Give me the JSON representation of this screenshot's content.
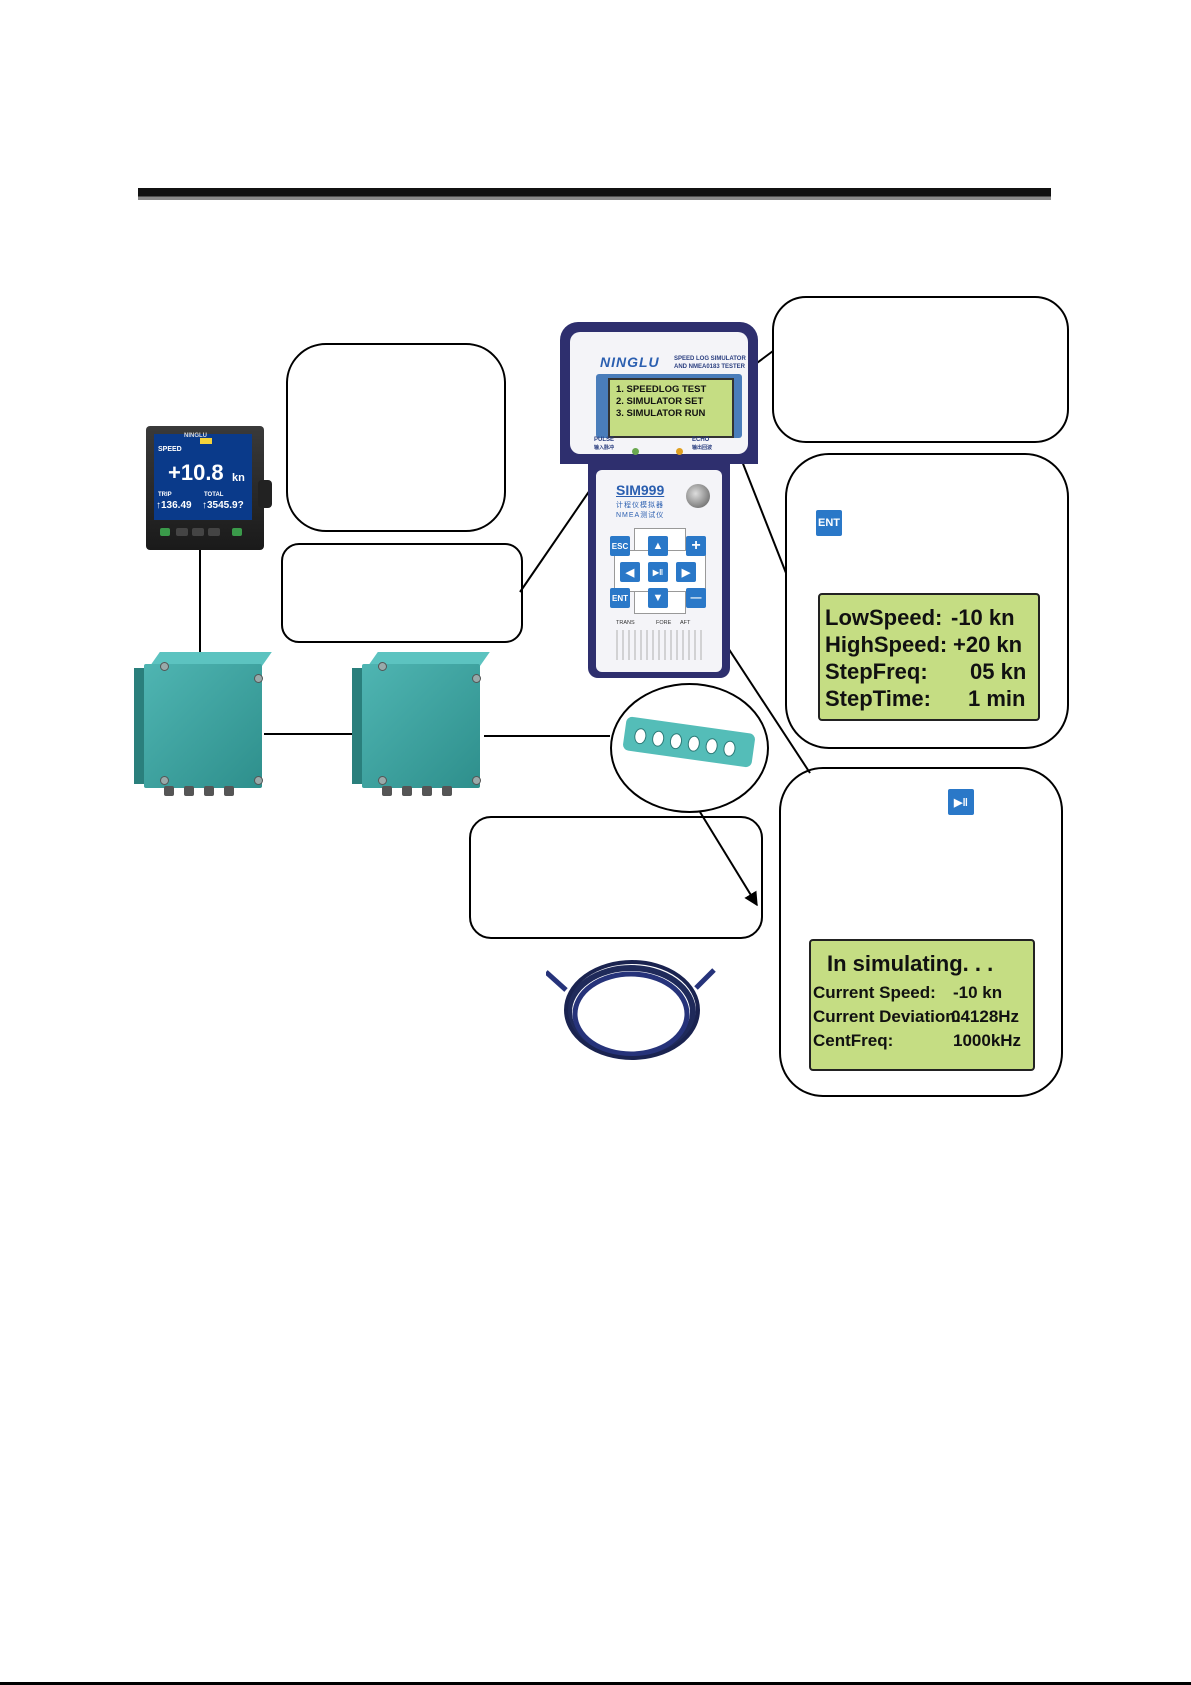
{
  "marine_display": {
    "brand": "NINGLU",
    "speed_label": "SPEED",
    "speed_value": "+10.8",
    "speed_unit": "kn",
    "trip_label": "TRIP",
    "trip_value": "↑136.49",
    "total_label": "TOTAL",
    "total_value": "↑3545.9?"
  },
  "tester": {
    "brand": "NINGLU",
    "header_line1": "SPEED LOG SIMULATOR",
    "header_line2": "AND NMEA0183  TESTER",
    "menu": [
      "1. SPEEDLOG TEST",
      "2. SIMULATOR SET",
      "3. SIMULATOR RUN"
    ],
    "pulse_label": "PULSE",
    "pulse_sub": "输入脉冲",
    "echo_label": "ECHO",
    "echo_sub": "输出回波",
    "model": "SIM999",
    "model_sub1": "计程仪模拟器",
    "model_sub2": "NMEA测试仪",
    "buttons": {
      "esc": "ESC",
      "ent": "ENT",
      "plus": "+",
      "minus": "—",
      "up": "▲",
      "down": "▼",
      "left": "◀",
      "right": "▶",
      "play_pause": "▶‖"
    },
    "bottom_labels": [
      "TRANS",
      "FORE",
      "AFT"
    ]
  },
  "setup_callout": {
    "ent_icon": "ENT",
    "rows": [
      {
        "label": "LowSpeed:",
        "value": "-10  kn"
      },
      {
        "label": "HighSpeed:",
        "value": "+20 kn"
      },
      {
        "label": "StepFreq:",
        "value": "05  kn"
      },
      {
        "label": "StepTime:",
        "value": "1  min"
      }
    ]
  },
  "run_callout": {
    "play_icon": "▶‖",
    "title": "In simulating. . .",
    "rows": [
      {
        "label": "Current Speed:",
        "value": "-10 kn"
      },
      {
        "label": "Current Deviation:",
        "value": "04128Hz"
      },
      {
        "label": "CentFreq:",
        "value": "1000kHz"
      }
    ]
  },
  "colors": {
    "tester_navy": "#2e2f6e",
    "key_blue": "#2a78c8",
    "lcd_green": "#c5dd83",
    "junction_teal": "#3fa6a3"
  }
}
